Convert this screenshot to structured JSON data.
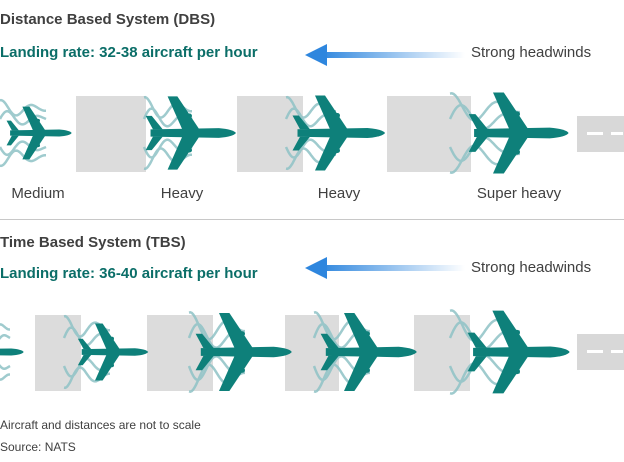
{
  "dbs": {
    "title": "Distance Based System (DBS)",
    "rate": "Landing rate: 32-38 aircraft per hour",
    "wind": "Strong headwinds",
    "aircraft": [
      "Medium",
      "Heavy",
      "Heavy",
      "Super heavy"
    ]
  },
  "tbs": {
    "title": "Time Based System (TBS)",
    "rate": "Landing rate: 36-40 aircraft per hour",
    "wind": "Strong headwinds"
  },
  "footer": {
    "note": "Aircraft and distances are not to scale",
    "source": "Source: NATS"
  },
  "colors": {
    "aircraft": "#0e807a",
    "gap": "#dcdcdc",
    "wake": "#8fc3c6",
    "arrow": "#2e86de",
    "rate_text": "#0b6e68"
  },
  "icons": [
    "aircraft-icon",
    "wake-vortex-icon",
    "wind-arrow-icon",
    "runway-marker-icon"
  ]
}
